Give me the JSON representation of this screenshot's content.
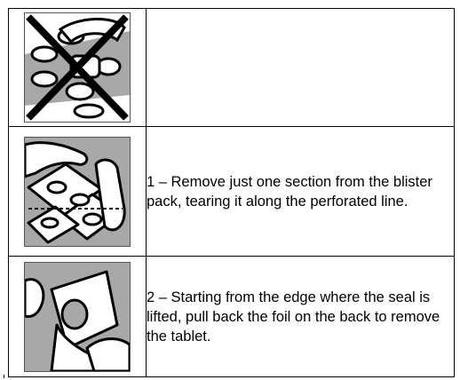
{
  "rows": [
    {
      "illustration": "crossed-out-tablets-pushed-through-illustration",
      "text": ""
    },
    {
      "illustration": "tearing-blister-section-illustration",
      "text": "1 – Remove just one section from the blister pack, tearing it along the perforated line."
    },
    {
      "illustration": "peeling-foil-from-blister-illustration",
      "text": "2 – Starting from the edge where the seal is lifted, pull back the foil on the back to remove the tablet."
    }
  ]
}
